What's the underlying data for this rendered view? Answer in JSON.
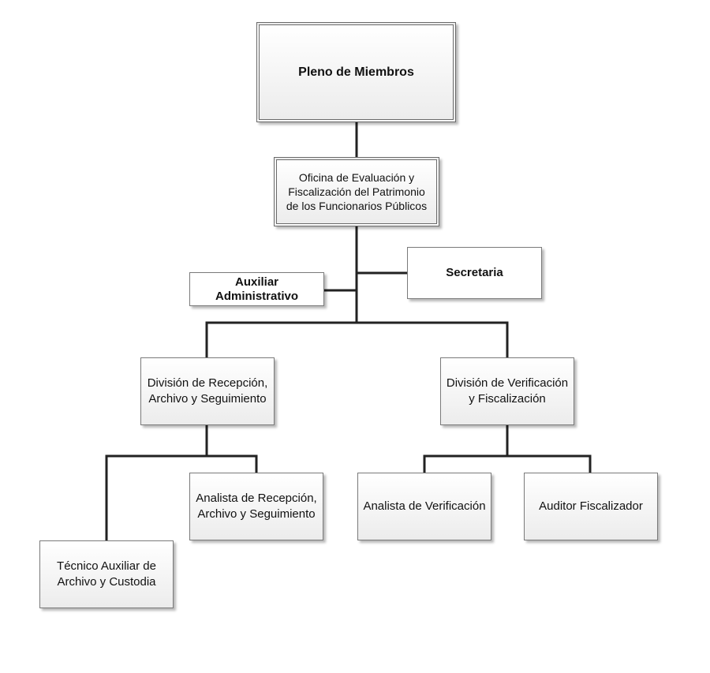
{
  "chart": {
    "nodes": {
      "pleno": "Pleno de Miembros",
      "oficina": "Oficina de Evaluación y Fiscalización del Patrimonio de los Funcionarios Públicos",
      "auxiliar": "Auxiliar Administrativo",
      "secretaria": "Secretaria",
      "div_recepcion": "División de Recepción, Archivo y Seguimiento",
      "div_verificacion": "División de Verificación y Fiscalización",
      "tecnico": "Técnico Auxiliar de Archivo y Custodia",
      "analista_recepcion": "Analista de Recepción, Archivo y Seguimiento",
      "analista_verificacion": "Analista de Verificación",
      "auditor": "Auditor Fiscalizador"
    }
  }
}
